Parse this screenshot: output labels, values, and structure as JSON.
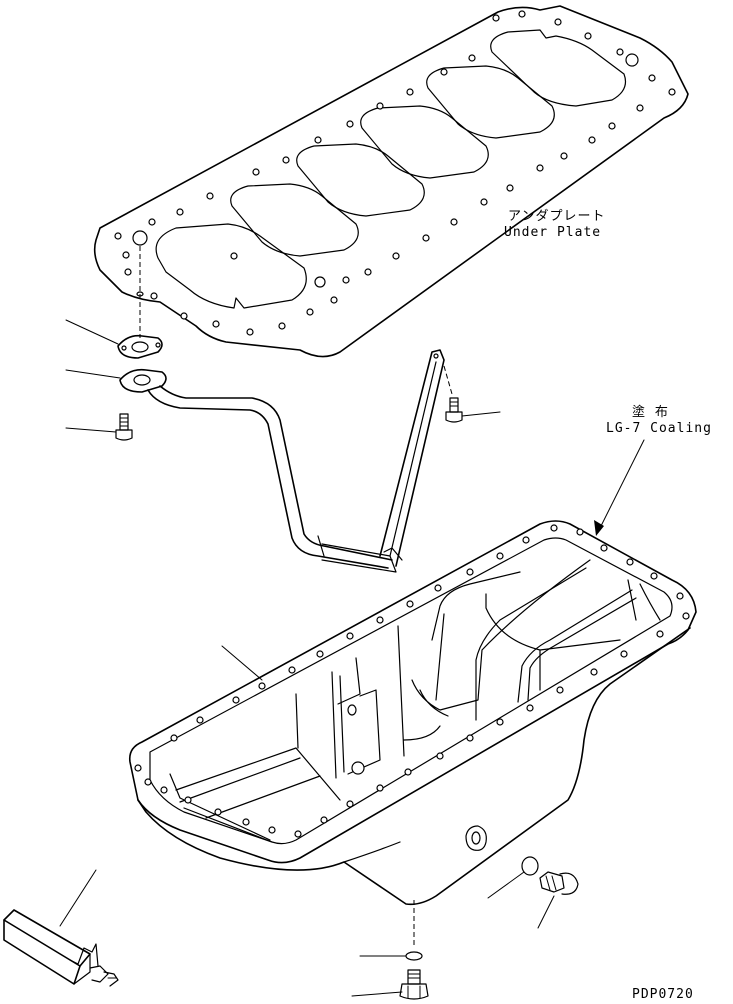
{
  "labels": {
    "under_plate_jp": "アンダプレート",
    "under_plate_en": "Under Plate",
    "coating_jp": "塗 布",
    "coating_en": "LG-7 Coaling",
    "drawing_code": "PDP0720"
  },
  "colors": {
    "line": "#000000",
    "background": "#ffffff"
  }
}
